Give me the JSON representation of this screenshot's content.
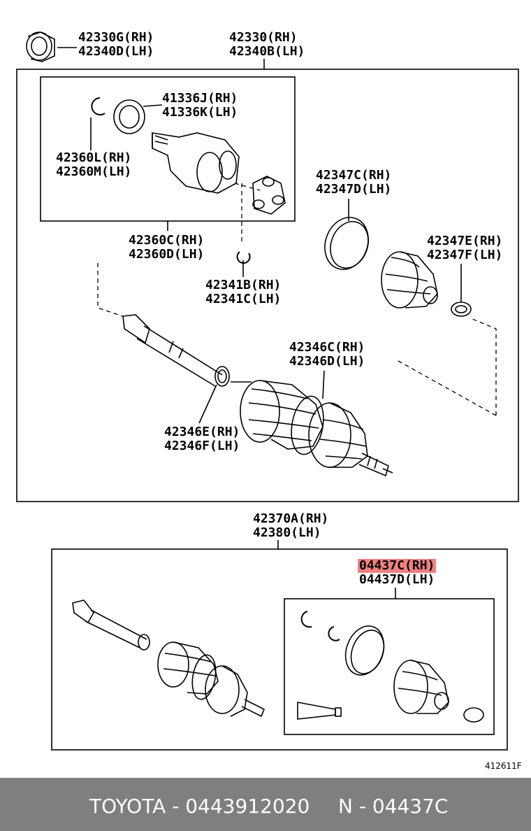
{
  "labels": {
    "bearing": [
      "42330G(RH)",
      "42340D(LH)"
    ],
    "assembly_top": [
      "42330(RH)",
      "42340B(LH)"
    ],
    "inner_boot_seal": [
      "41336J(RH)",
      "41336K(LH)"
    ],
    "snap_ring_inner": [
      "42360L(RH)",
      "42360M(LH)"
    ],
    "inner_joint": [
      "42360C(RH)",
      "42360D(LH)"
    ],
    "clip": [
      "42341B(RH)",
      "42341C(LH)"
    ],
    "boot_clamp_large": [
      "42347C(RH)",
      "42347D(LH)"
    ],
    "boot_clamp_small": [
      "42347E(RH)",
      "42347F(LH)"
    ],
    "outer_boot_clamp": [
      "42346C(RH)",
      "42346D(LH)"
    ],
    "inner_boot_clamp": [
      "42346E(RH)",
      "42346F(LH)"
    ],
    "shaft_assembly": [
      "42370A(RH)",
      "42380(LH)"
    ],
    "boot_kit": [
      "04437C(RH)",
      "04437D(LH)"
    ]
  },
  "diagram_code": "412611F",
  "footer": {
    "part": "TOYOTA - 0443912020",
    "ref": "N - 04437C"
  },
  "colors": {
    "highlight": "#f08080",
    "footer_bg": "#7f7f7f",
    "footer_text": "#ffffff"
  }
}
